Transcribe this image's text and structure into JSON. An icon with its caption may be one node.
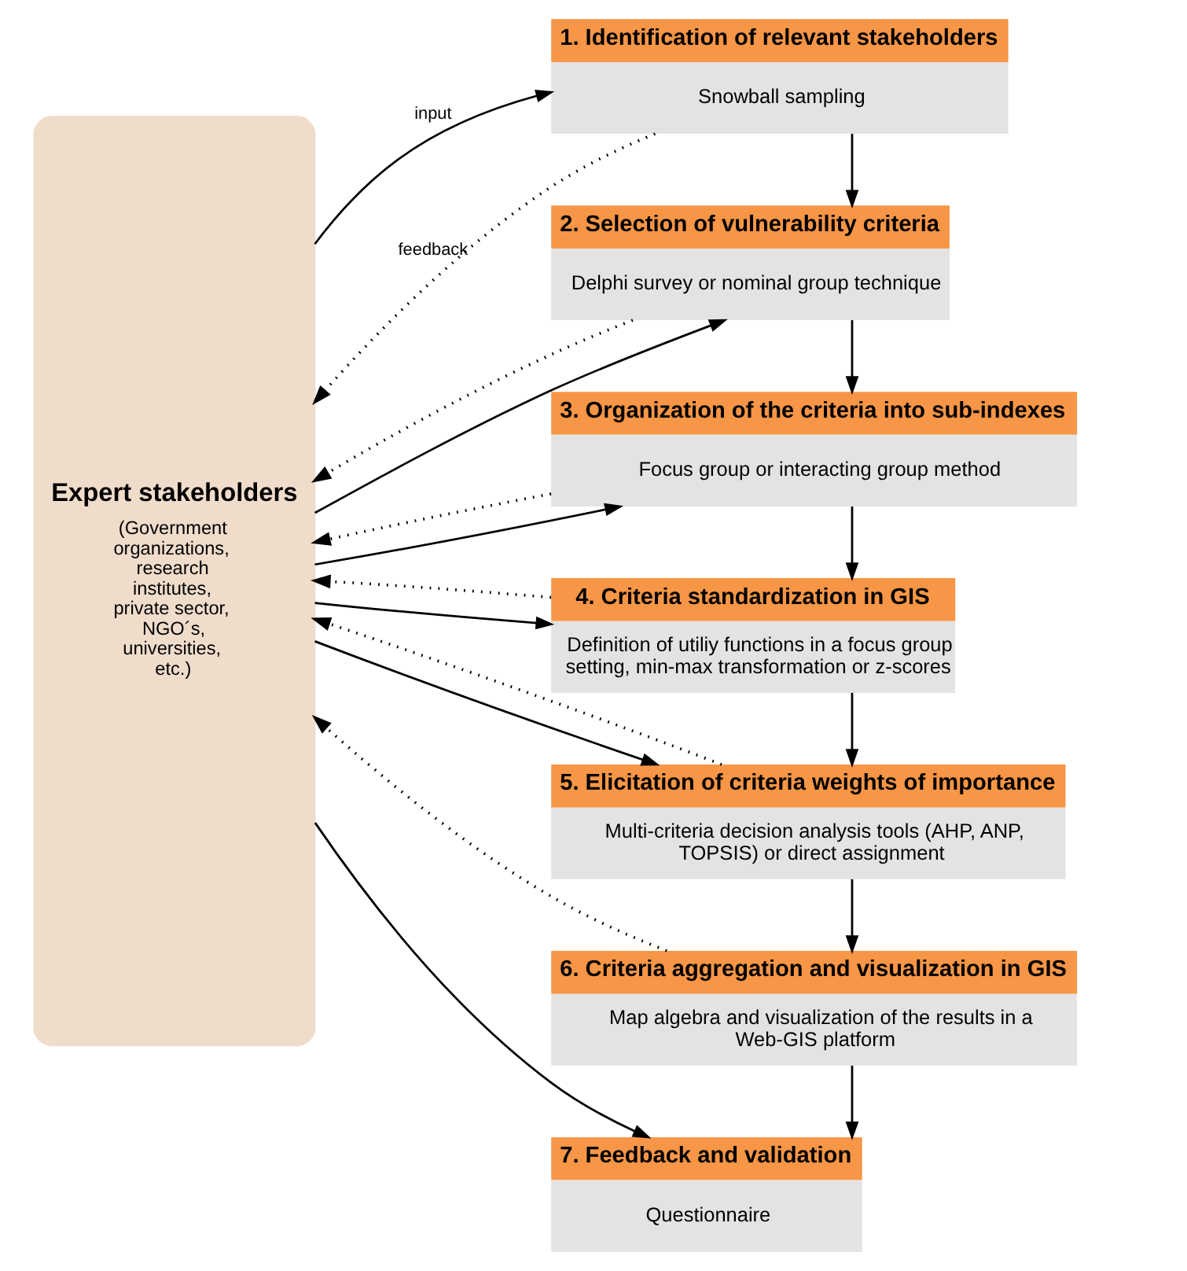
{
  "diagram": {
    "nodes": [
      {
        "text": [
          "Expert stakeholders",
          "(Government organizations, research institutes, private sector, NGO´s, universities, etc.)"
        ]
      },
      {
        "text": [
          "1. Identification of relevant stakeholders",
          "Snowball sampling"
        ]
      },
      {
        "text": [
          "2. Selection of vulnerability criteria",
          "Delphi survey or nominal group technique"
        ]
      },
      {
        "text": [
          "3. Organization of the criteria into sub-indexes",
          "Focus group or interacting group method"
        ]
      },
      {
        "text": [
          "4. Criteria standardization in GIS",
          "Definition of utiliy functions in a focus group setting, min-max transformation or z-scores"
        ]
      },
      {
        "text": [
          "5. Elicitation of criteria weights of importance",
          "Multi-criteria decision analysis tools (AHP, ANP, TOPSIS) or direct assignment"
        ]
      },
      {
        "text": [
          "6. Criteria aggregation and visualization in GIS",
          "Map algebra and visualization of the results in a Web-GIS platform"
        ]
      },
      {
        "text": [
          "7. Feedback and validation",
          "Questionnaire"
        ]
      }
    ],
    "edges": [
      {
        "from": 0,
        "to": 1,
        "arrow": "to",
        "label": "input"
      },
      {
        "from": 1,
        "to": 0,
        "arrow": "to",
        "label": "feedback",
        "style": "dashed"
      },
      {
        "from": 1,
        "to": 2,
        "arrow": "to"
      },
      {
        "from": 0,
        "to": 2,
        "arrow": "to"
      },
      {
        "from": 2,
        "to": 0,
        "arrow": "to",
        "style": "dashed"
      },
      {
        "from": 2,
        "to": 3,
        "arrow": "to"
      },
      {
        "from": 0,
        "to": 3,
        "arrow": "to"
      },
      {
        "from": 3,
        "to": 0,
        "arrow": "to",
        "style": "dashed"
      },
      {
        "from": 3,
        "to": 4,
        "arrow": "to"
      },
      {
        "from": 0,
        "to": 4,
        "arrow": "to"
      },
      {
        "from": 4,
        "to": 0,
        "arrow": "to",
        "style": "dashed"
      },
      {
        "from": 4,
        "to": 5,
        "arrow": "to"
      },
      {
        "from": 0,
        "to": 5,
        "arrow": "to"
      },
      {
        "from": 5,
        "to": 0,
        "arrow": "to",
        "style": "dashed"
      },
      {
        "from": 5,
        "to": 6,
        "arrow": "to"
      },
      {
        "from": 6,
        "to": 0,
        "arrow": "to",
        "style": "dashed"
      },
      {
        "from": 6,
        "to": 7,
        "arrow": "to"
      },
      {
        "from": 0,
        "to": 7,
        "arrow": "to"
      }
    ]
  }
}
